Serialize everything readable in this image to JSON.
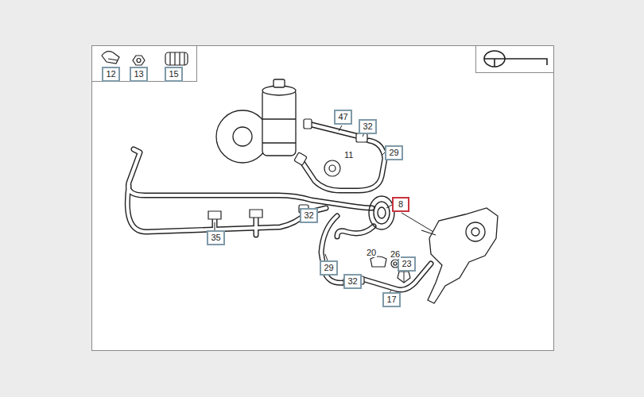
{
  "diagram": {
    "nodes": [
      {
        "text": [
          "12"
        ]
      },
      {
        "text": [
          "13"
        ]
      },
      {
        "text": [
          "15"
        ]
      },
      {
        "text": [
          "47"
        ]
      },
      {
        "text": [
          "32"
        ]
      },
      {
        "text": [
          "29"
        ]
      },
      {
        "text": [
          "8"
        ]
      },
      {
        "text": [
          "32"
        ]
      },
      {
        "text": [
          "35"
        ]
      },
      {
        "text": [
          "29"
        ]
      },
      {
        "text": [
          "32"
        ]
      },
      {
        "text": [
          "23"
        ]
      },
      {
        "text": [
          "17"
        ]
      }
    ],
    "labels": [
      "11",
      "20",
      "26"
    ]
  }
}
